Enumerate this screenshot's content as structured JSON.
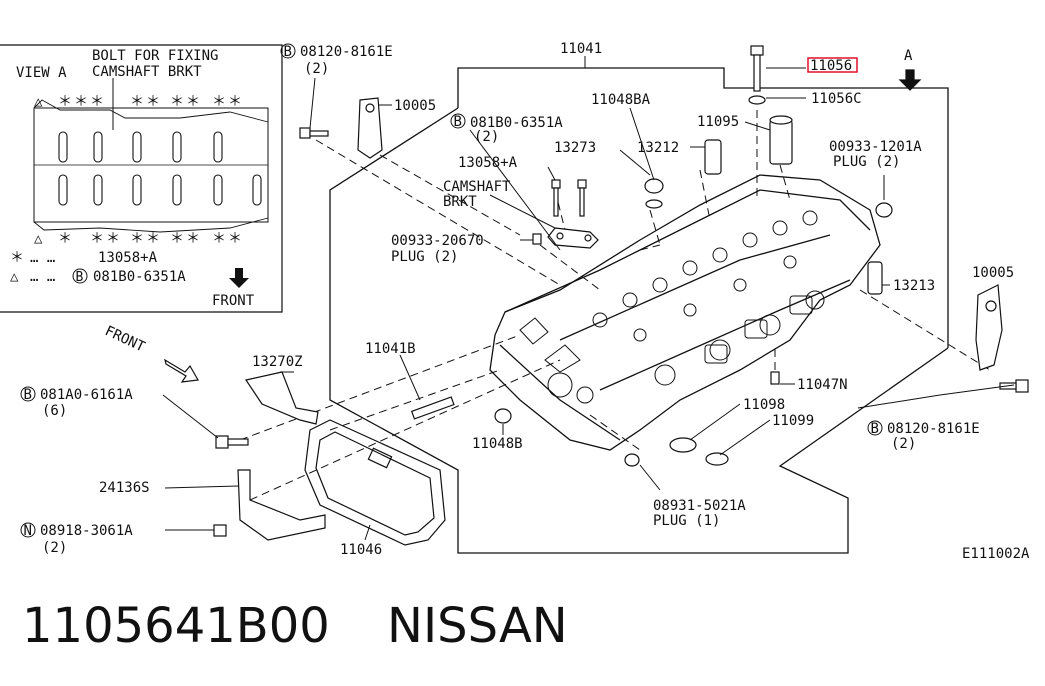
{
  "diagram": {
    "view": {
      "title_line1": "BOLT FOR FIXING",
      "title_line2": "CAMSHAFT BRKT",
      "view_label": "VIEW A",
      "legend_star_code": "13058+A",
      "legend_triangle_code": "081B0-6351A",
      "front_label": "FRONT"
    },
    "labels": {
      "p11041": "11041",
      "p11056": "11056",
      "p11056c": "11056C",
      "pA": "A",
      "b08120_top": "08120-8161E",
      "b08120_top_qty": "(2)",
      "p10005_left": "10005",
      "p11048ba": "11048BA",
      "b081b0": "081B0-6351A",
      "b081b0_qty": "(2)",
      "p11095": "11095",
      "p13058": "13058+A",
      "p13273": "13273",
      "p13212": "13212",
      "p00933_1201": "00933-1201A",
      "plug2_right": "PLUG (2)",
      "camshaft1": "CAMSHAFT",
      "camshaft2": "BRKT",
      "p00933_20670": "00933-20670",
      "plug2_left": "PLUG (2)",
      "p10005_right": "10005",
      "p13213": "13213",
      "front_arrow": "FRONT",
      "p13270z": "13270Z",
      "p11041b": "11041B",
      "b081a0": "081A0-6161A",
      "b081a0_qty": "(6)",
      "p11047n": "11047N",
      "p11098": "11098",
      "p11099": "11099",
      "b08120_right": "08120-8161E",
      "b08120_right_qty": "(2)",
      "p11048b": "11048B",
      "p24136s": "24136S",
      "p08931": "08931-5021A",
      "plug1": "PLUG (1)",
      "n08918": "08918-3061A",
      "n08918_qty": "(2)",
      "p11046": "11046",
      "ref": "E111002A",
      "b_letter": "B",
      "n_letter": "N"
    },
    "highlight_color": "#e0102a"
  },
  "footer": {
    "part_number": "1105641B00",
    "brand": "NISSAN"
  }
}
